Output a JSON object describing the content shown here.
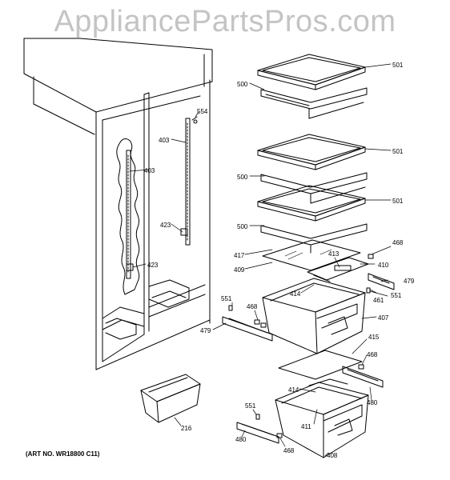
{
  "watermark": "AppliancePartsPros.com",
  "art_number": "(ART NO. WR18800 C11)",
  "callouts": {
    "c501a": "501",
    "c500a": "500",
    "c554": "554",
    "c403a": "403",
    "c403b": "403",
    "c501b": "501",
    "c500b": "500",
    "c501c": "501",
    "c423a": "423",
    "c500c": "500",
    "c468a": "468",
    "c417": "417",
    "c413": "413",
    "c410": "410",
    "c409": "409",
    "c423b": "423",
    "c479a": "479",
    "c414a": "414",
    "c461": "461",
    "c551a": "551",
    "c551b": "551",
    "c468b": "468",
    "c407": "407",
    "c479b": "479",
    "c415": "415",
    "c468c": "468",
    "c414b": "414",
    "c480a": "480",
    "c551c": "551",
    "c411": "411",
    "c216": "216",
    "c480b": "480",
    "c468d": "468",
    "c408": "408"
  },
  "colors": {
    "line": "#000000",
    "watermark": "#c4c4c4",
    "background": "#ffffff"
  }
}
